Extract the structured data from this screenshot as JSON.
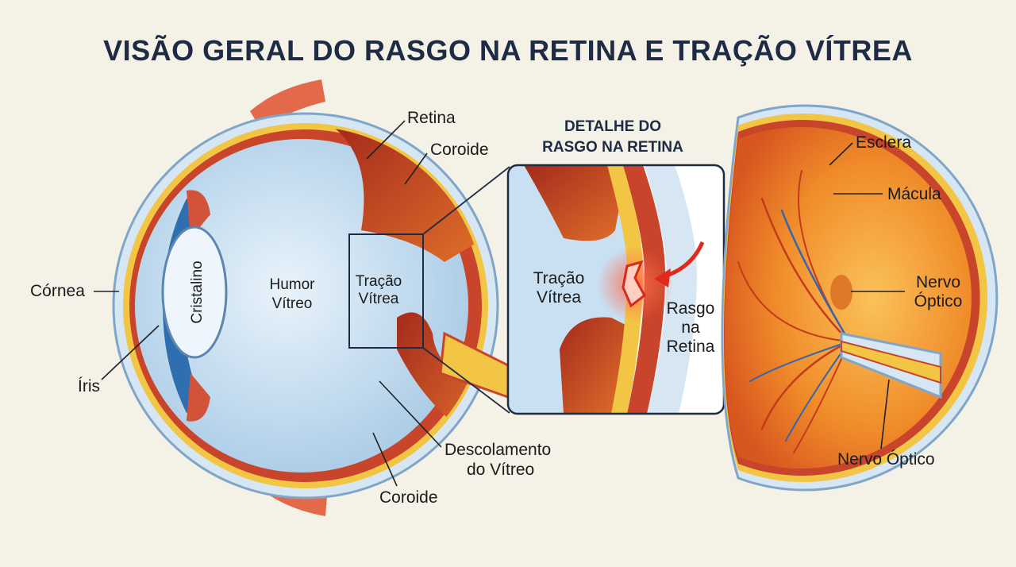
{
  "title": "VISÃO GERAL DO RASGO NA RETINA E TRAÇÃO VÍTREA",
  "left_eye": {
    "retina": "Retina",
    "coroide_top": "Coroide",
    "cornea": "Córnea",
    "iris": "Íris",
    "cristalino": "Cristalino",
    "humor_line1": "Humor",
    "humor_line2": "Vítreo",
    "tracao_line1": "Tração",
    "tracao_line2": "Vítrea",
    "descol_line1": "Descolamento",
    "descol_line2": "do Vítreo",
    "coroide_bottom": "Coroide"
  },
  "detail": {
    "title_line1": "DETALHE DO",
    "title_line2": "RASGO NA RETINA",
    "tracao_line1": "Tração",
    "tracao_line2": "Vítrea",
    "rasgo_line1": "Rasgo",
    "rasgo_line2": "na",
    "rasgo_line3": "Retina"
  },
  "right_eye": {
    "esclera": "Esclera",
    "macula": "Mácula",
    "nervo_line1": "Nervo",
    "nervo_line2": "Óptico",
    "nervo_bottom": "Nervo Óptico"
  },
  "colors": {
    "background": "#f4f1e6",
    "sclera": "#cfe0ee",
    "retina_yellow": "#f3c544",
    "choroid_red": "#c23a22",
    "vitreous": "#cfe4f4",
    "tear_highlight": "#e53020",
    "fundus_orange": "#f19a2c"
  }
}
